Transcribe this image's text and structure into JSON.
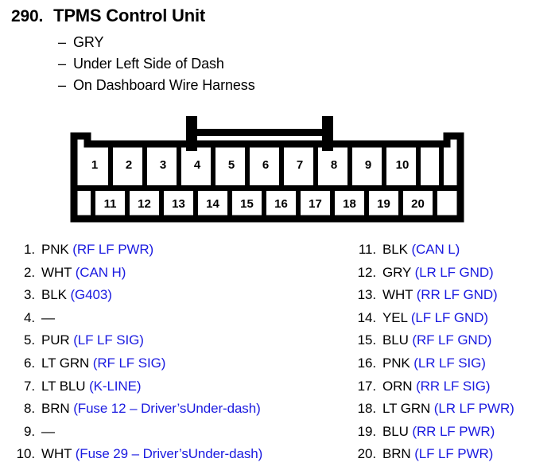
{
  "header": {
    "number": "290.",
    "title": "TPMS Control Unit",
    "details": [
      "GRY",
      "Under Left Side of Dash",
      "On Dashboard Wire Harness"
    ],
    "dash": "–"
  },
  "connector": {
    "top_row_pins": [
      "1",
      "2",
      "3",
      "4",
      "5",
      "6",
      "7",
      "8",
      "9",
      "10"
    ],
    "bottom_row_pins": [
      "11",
      "12",
      "13",
      "14",
      "15",
      "16",
      "17",
      "18",
      "19",
      "20"
    ],
    "outline_color": "#000000"
  },
  "colors": {
    "signal_blue": "#1a1ae0",
    "text_black": "#000000",
    "background": "#ffffff"
  },
  "pins": {
    "left_column": [
      {
        "num": "1.",
        "color": "PNK",
        "signal": "(RF LF PWR)"
      },
      {
        "num": "2.",
        "color": "WHT",
        "signal": "(CAN H)"
      },
      {
        "num": "3.",
        "color": "BLK",
        "signal": "(G403)"
      },
      {
        "num": "4.",
        "color": "—",
        "signal": ""
      },
      {
        "num": "5.",
        "color": "PUR",
        "signal": "(LF LF SIG)"
      },
      {
        "num": "6.",
        "color": "LT GRN",
        "signal": "(RF LF SIG)"
      },
      {
        "num": "7.",
        "color": "LT BLU",
        "signal": "(K-LINE)"
      },
      {
        "num": "8.",
        "color": "BRN",
        "signal": "(Fuse 12 – Driver’sUnder-dash)"
      },
      {
        "num": "9.",
        "color": "—",
        "signal": ""
      },
      {
        "num": "10.",
        "color": "WHT",
        "signal": "(Fuse 29 – Driver’sUnder-dash)"
      }
    ],
    "right_column": [
      {
        "num": "11.",
        "color": "BLK",
        "signal": "(CAN L)"
      },
      {
        "num": "12.",
        "color": "GRY",
        "signal": "(LR LF GND)"
      },
      {
        "num": "13.",
        "color": "WHT",
        "signal": "(RR LF GND)"
      },
      {
        "num": "14.",
        "color": "YEL",
        "signal": "(LF LF GND)"
      },
      {
        "num": "15.",
        "color": "BLU",
        "signal": "(RF LF GND)"
      },
      {
        "num": "16.",
        "color": "PNK",
        "signal": "(LR LF SIG)"
      },
      {
        "num": "17.",
        "color": "ORN",
        "signal": "(RR LF SIG)"
      },
      {
        "num": "18.",
        "color": "LT GRN",
        "signal": "(LR LF PWR)"
      },
      {
        "num": "19.",
        "color": "BLU",
        "signal": "(RR LF PWR)"
      },
      {
        "num": "20.",
        "color": "BRN",
        "signal": "(LF LF PWR)"
      }
    ]
  }
}
